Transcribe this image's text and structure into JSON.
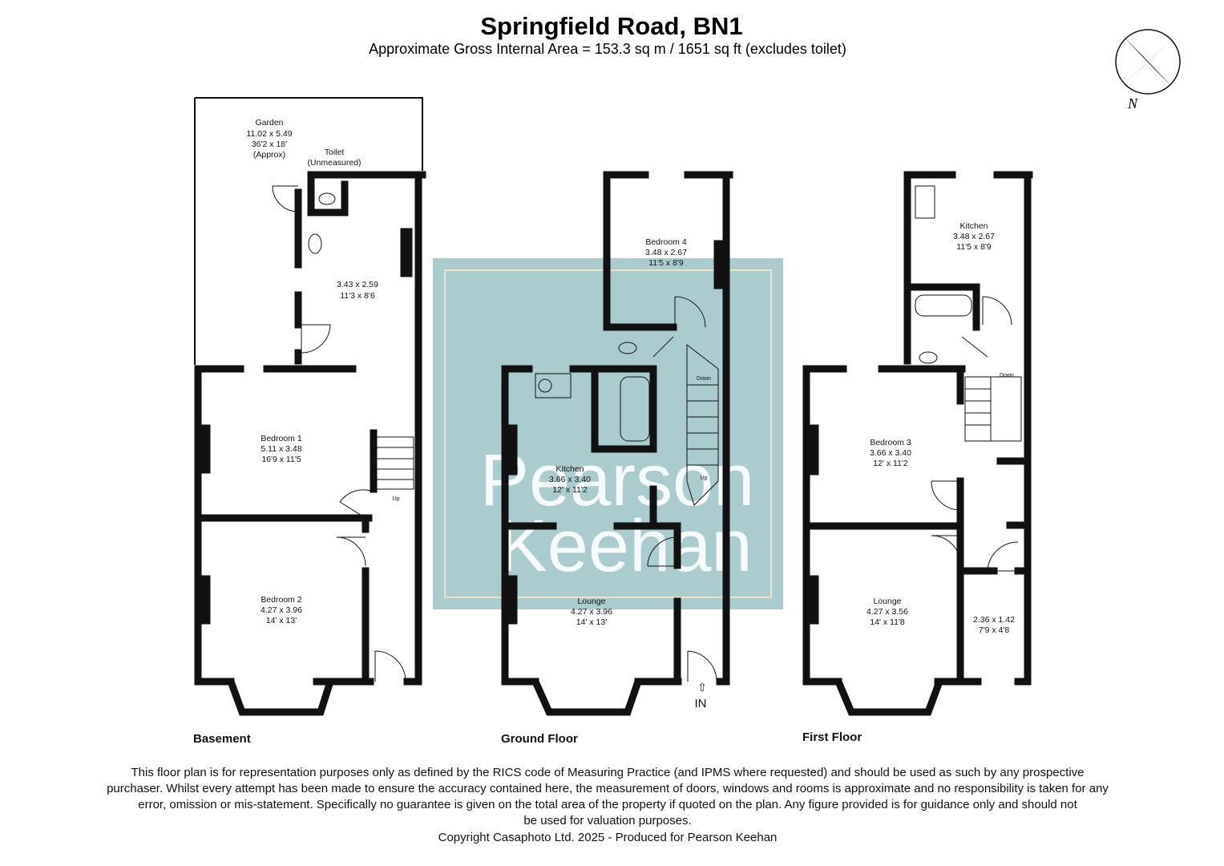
{
  "title": "Springfield Road, BN1",
  "subtitle": "Approximate Gross Internal Area = 153.3 sq m / 1651 sq ft (excludes toilet)",
  "compass": {
    "icon": "north-arrow-compass-icon",
    "label": "N"
  },
  "watermark": {
    "line1": "Pearson",
    "line2": "Keehan",
    "color": "#a9cccf"
  },
  "floors": {
    "basement": {
      "label": "Basement",
      "rooms": {
        "garden": {
          "name": "Garden",
          "metric": "11.02 x 5.49",
          "imperial": "36'2 x 18'",
          "note": "(Approx)"
        },
        "toilet": {
          "name": "Toilet",
          "note": "(Unmeasured)"
        },
        "room": {
          "metric": "3.43 x 2.59",
          "imperial": "11'3 x 8'6"
        },
        "bedroom1": {
          "name": "Bedroom 1",
          "metric": "5.11 x 3.48",
          "imperial": "16'9 x 11'5"
        },
        "bedroom2": {
          "name": "Bedroom 2",
          "metric": "4.27 x 3.96",
          "imperial": "14' x 13'"
        }
      },
      "stairs": "Up"
    },
    "ground": {
      "label": "Ground Floor",
      "rooms": {
        "bedroom4": {
          "name": "Bedroom 4",
          "metric": "3.48 x 2.67",
          "imperial": "11'5 x 8'9"
        },
        "kitchen": {
          "name": "Kitchen",
          "metric": "3.66 x 3.40",
          "imperial": "12' x 11'2"
        },
        "lounge": {
          "name": "Lounge",
          "metric": "4.27 x 3.96",
          "imperial": "14' x 13'"
        }
      },
      "stairs_down": "Down",
      "stairs_up": "Up",
      "entrance": "IN"
    },
    "first": {
      "label": "First Floor",
      "rooms": {
        "kitchen": {
          "name": "Kitchen",
          "metric": "3.48 x 2.67",
          "imperial": "11'5 x 8'9"
        },
        "bedroom3": {
          "name": "Bedroom 3",
          "metric": "3.66 x 3.40",
          "imperial": "12' x 11'2"
        },
        "lounge": {
          "name": "Lounge",
          "metric": "4.27 x 3.56",
          "imperial": "14' x 11'8"
        },
        "room": {
          "metric": "2.36 x 1.42",
          "imperial": "7'9 x 4'8"
        }
      },
      "stairs_down": "Down"
    }
  },
  "disclaimer": {
    "line1": "This floor plan is for representation purposes only as defined by the RICS code of Measuring Practice (and IPMS where requested) and should be used as such by any prospective",
    "line2": "purchaser. Whilst every attempt has been made to ensure the accuracy contained here, the measurement of doors, windows and rooms is approximate and no responsibility is taken for any",
    "line3": "error, omission or mis-statement. Specifically no guarantee is given on the total area of the property if quoted on the plan. Any figure provided is for guidance only and should not",
    "line4": "be used for valuation purposes.",
    "copyright": "Copyright Casaphoto Ltd. 2025 - Produced for Pearson Keehan"
  },
  "colors": {
    "wall": "#111111",
    "background": "#ffffff"
  }
}
